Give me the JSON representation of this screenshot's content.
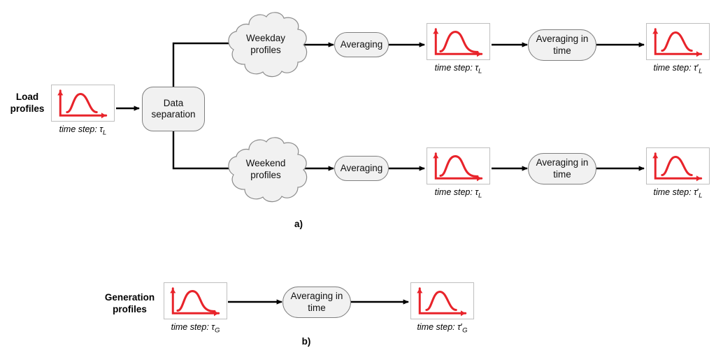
{
  "figure": {
    "panels": [
      {
        "id": "a",
        "label": "a)"
      },
      {
        "id": "b",
        "label": "b)"
      }
    ]
  },
  "panel_a": {
    "source": {
      "label": "Load\nprofiles",
      "label_line1": "Load",
      "label_line2": "profiles",
      "time_step": {
        "prefix": "time step:",
        "symbol": "τ",
        "prime": "",
        "subscript": "L"
      },
      "chart": {
        "shape": "symmetric-bell"
      }
    },
    "separation": {
      "label_line1": "Data",
      "label_line2": "separation",
      "shape": "rounded-rect"
    },
    "branches": [
      {
        "name": "weekday",
        "cloud_line1": "Weekday",
        "cloud_line2": "profiles",
        "averaging": {
          "label": "Averaging",
          "shape": "pill"
        },
        "mid_chart": {
          "shape": "right-skewed-bell",
          "time_step": {
            "prefix": "time step:",
            "symbol": "τ",
            "prime": "",
            "subscript": "L"
          }
        },
        "averaging_in_time": {
          "label_line1": "Averaging in",
          "label_line2": "time",
          "shape": "pill"
        },
        "out_chart": {
          "shape": "symmetric-bell",
          "time_step": {
            "prefix": "time step:",
            "symbol": "τ",
            "prime": "′",
            "subscript": "L"
          }
        }
      },
      {
        "name": "weekend",
        "cloud_line1": "Weekend",
        "cloud_line2": "profiles",
        "averaging": {
          "label": "Averaging",
          "shape": "pill"
        },
        "mid_chart": {
          "shape": "right-skewed-bell",
          "time_step": {
            "prefix": "time step:",
            "symbol": "τ",
            "prime": "",
            "subscript": "L"
          }
        },
        "averaging_in_time": {
          "label_line1": "Averaging in",
          "label_line2": "time",
          "shape": "pill"
        },
        "out_chart": {
          "shape": "symmetric-bell",
          "time_step": {
            "prefix": "time step:",
            "symbol": "τ",
            "prime": "′",
            "subscript": "L"
          }
        }
      }
    ]
  },
  "panel_b": {
    "source": {
      "label_line1": "Generation",
      "label_line2": "profiles",
      "time_step": {
        "prefix": "time step:",
        "symbol": "τ",
        "prime": "",
        "subscript": "G"
      },
      "chart": {
        "shape": "right-skewed-bell"
      }
    },
    "averaging_in_time": {
      "label_line1": "Averaging in",
      "label_line2": "time",
      "shape": "pill"
    },
    "out_chart": {
      "shape": "symmetric-bell",
      "time_step": {
        "prefix": "time step:",
        "symbol": "τ",
        "prime": "′",
        "subscript": "G"
      }
    }
  },
  "style": {
    "curve_color": "#e8232a",
    "node_fill": "#f1f1f1",
    "node_stroke": "#7f7f7f",
    "cloud_stroke": "#8c8c8c",
    "arrow_color": "#000000",
    "chart_border": "#bfbfbf"
  }
}
